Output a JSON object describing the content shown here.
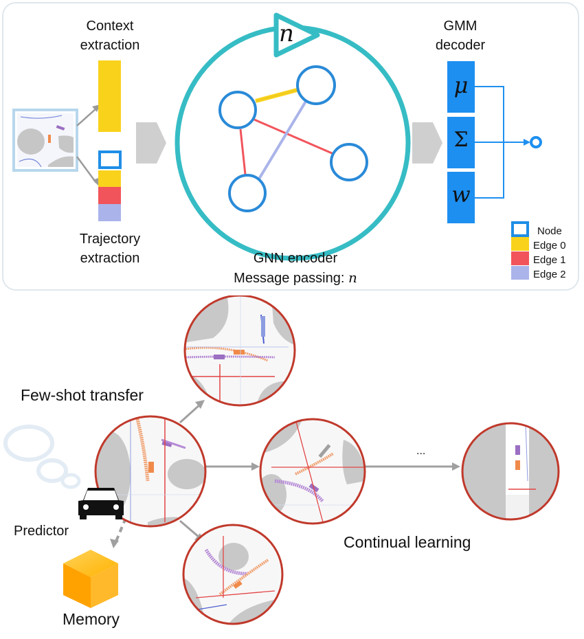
{
  "top": {
    "context_label_1": "Context",
    "context_label_2": "extraction",
    "trajectory_label_1": "Trajectory",
    "trajectory_label_2": "extraction",
    "gnn_label": "GNN encoder",
    "message_label": "Message passing: ",
    "iteration_symbol": "n",
    "gmm_label_1": "GMM",
    "gmm_label_2": "decoder",
    "gmm_params": [
      "μ",
      "Σ",
      "w"
    ],
    "legend": [
      {
        "label": "Node",
        "color": "#1f8ee6"
      },
      {
        "label": "Edge 0",
        "color": "#f9d21c"
      },
      {
        "label": "Edge 1",
        "color": "#f2545b"
      },
      {
        "label": "Edge 2",
        "color": "#aab4ea"
      }
    ]
  },
  "bottom": {
    "few_shot_label": "Few-shot transfer",
    "continual_label": "Continual learning",
    "predictor_label": "Predictor",
    "memory_label": "Memory",
    "ellipsis": "..."
  },
  "colors": {
    "teal": "#36bcc4",
    "blue": "#1f8ee6",
    "circle_border": "#c0392b",
    "road_gray": "#c8c8c8"
  }
}
